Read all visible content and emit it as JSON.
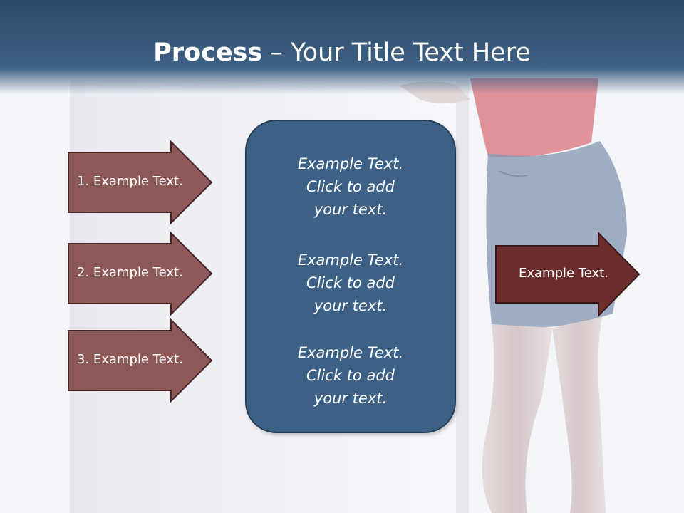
{
  "slide": {
    "title_bold": "Process",
    "title_rest": " – Your Title Text Here"
  },
  "left_arrows": [
    {
      "label": "1. Example Text."
    },
    {
      "label": "2. Example Text."
    },
    {
      "label": "3. Example Text."
    }
  ],
  "center_box": {
    "paragraphs": [
      "Example Text.\nClick  to add\nyour text.",
      "Example Text.\nClick  to add\nyour text.",
      "Example Text.\nClick  to add\nyour text."
    ]
  },
  "right_arrow": {
    "label": "Example Text."
  },
  "colors": {
    "header": "#3f6184",
    "left_arrow_fill": "#8c5858",
    "right_arrow_fill": "#6b2c2c",
    "center_box_fill": "#3d6185"
  }
}
